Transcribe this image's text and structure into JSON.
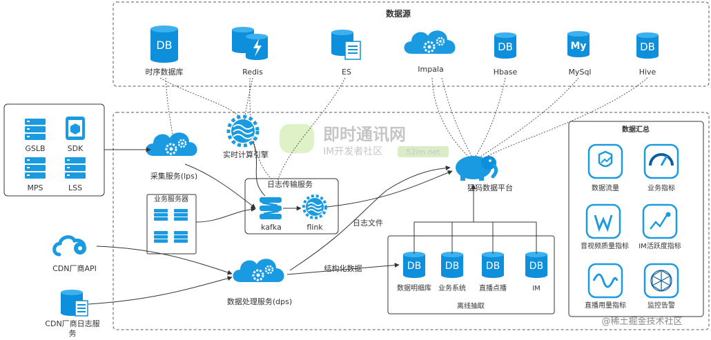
{
  "diagram": {
    "datasource_title": "数据源",
    "datasources": [
      {
        "label": "时序数据库",
        "icon": "db-cylinder-icon",
        "glyph": "DB"
      },
      {
        "label": "Redis",
        "icon": "redis-icon",
        "glyph": ""
      },
      {
        "label": "ES",
        "icon": "document-db-icon",
        "glyph": ""
      },
      {
        "label": "Impala",
        "icon": "cloud-gear-icon",
        "glyph": ""
      },
      {
        "label": "Hbase",
        "icon": "db-cylinder-icon",
        "glyph": "DB"
      },
      {
        "label": "MySql",
        "icon": "mysql-icon",
        "glyph": "My"
      },
      {
        "label": "Hive",
        "icon": "db-cylinder-icon",
        "glyph": "DB"
      }
    ],
    "clients": [
      {
        "label": "GSLB",
        "icon": "server-icon"
      },
      {
        "label": "SDK",
        "icon": "tablet-icon"
      },
      {
        "label": "MPS",
        "icon": "server-icon"
      },
      {
        "label": "LSS",
        "icon": "server-icon"
      }
    ],
    "collect_service": "采集服务(lps)",
    "realtime_engine": "实时计算引擎",
    "log_transport": {
      "title": "日志传输服务",
      "kafka": "kafka",
      "flink": "flink"
    },
    "business_servers": "业务服务器",
    "mammoth": "猛犸数据平台",
    "log_file": "日志文件",
    "cdn_api": "CDN厂商API",
    "cdn_log_line1": "CDN厂商日志服",
    "cdn_log_line2": "务",
    "dps": "数据处理服务(dps)",
    "structured": "结构化数据",
    "offline": {
      "title": "离线抽取",
      "items": [
        {
          "label": "数据明细库",
          "glyph": "DB"
        },
        {
          "label": "业务系统",
          "glyph": "DB"
        },
        {
          "label": "直播点播",
          "glyph": "DB"
        },
        {
          "label": "IM",
          "glyph": "DB"
        }
      ]
    },
    "summary": {
      "title": "数据汇总",
      "items": [
        {
          "label": "数据流量",
          "icon": "shield-chart-icon"
        },
        {
          "label": "业务指标",
          "icon": "gauge-icon"
        },
        {
          "label": "音视频质量指标",
          "icon": "w-chart-icon"
        },
        {
          "label": "IM活跃度指标",
          "icon": "trend-icon"
        },
        {
          "label": "直播用量指标",
          "icon": "wave-icon"
        },
        {
          "label": "监控告警",
          "icon": "network-globe-icon"
        }
      ]
    },
    "watermark_main": "即时通讯网",
    "watermark_sub": "IM开发者社区",
    "watermark_url": "52im.net",
    "footer_credit": "@稀土掘金技术社区"
  },
  "colors": {
    "accent": "#1a9ae0",
    "dark_accent": "#0b7cc4",
    "border": "#666666"
  }
}
